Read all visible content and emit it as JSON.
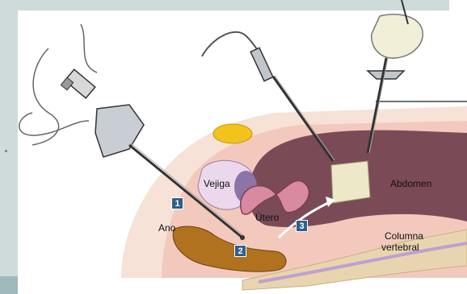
{
  "labels": {
    "vejiga": "Vejiga",
    "utero": "Útero",
    "ano": "Ano",
    "abdomen": "Abdomen",
    "columna_line1": "Columna",
    "columna_line2": "vertebral"
  },
  "markers": [
    "1",
    "2",
    "3"
  ],
  "colors": {
    "frame": "#cfdada",
    "badge": "#2f5f8a",
    "abdomen": "#7a4b57",
    "skin": "#f6d6cc",
    "rectum": "#b0721e"
  }
}
